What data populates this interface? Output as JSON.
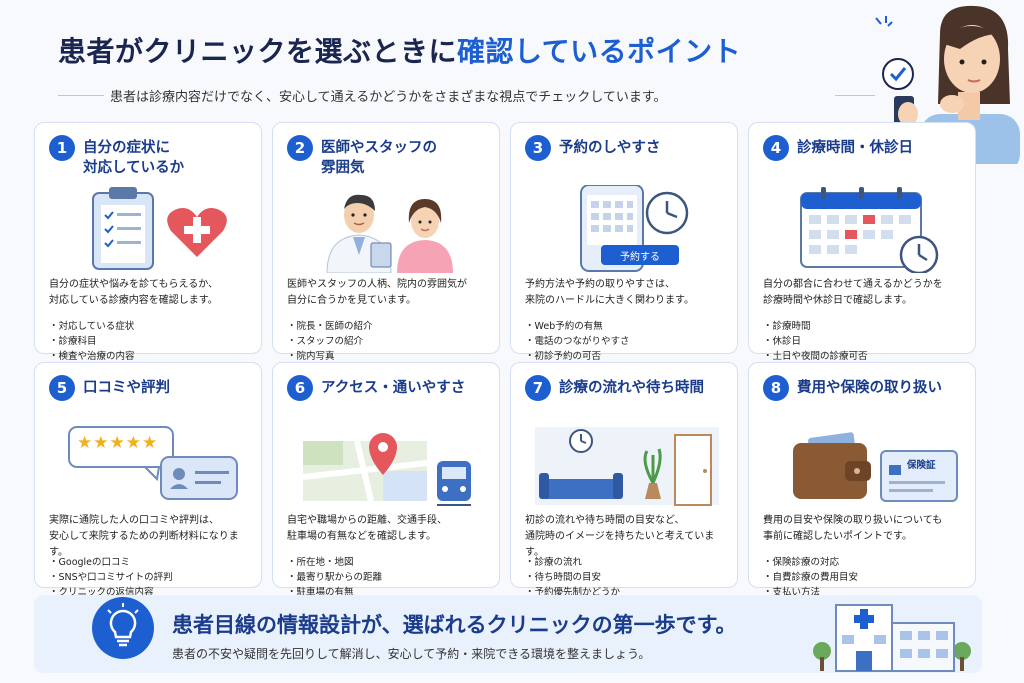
{
  "header": {
    "title_main": "患者がクリニックを選ぶときに",
    "title_accent": "確認しているポイント",
    "subtitle": "患者は診療内容だけでなく、安心して通えるかどうかをさまざまな視点でチェックしています。"
  },
  "cards": [
    {
      "number": "1",
      "title": "自分の症状に\n対応しているか",
      "description": "自分の症状や悩みを診てもらえるか、\n対応している診療内容を確認します。",
      "items": [
        "対応している症状",
        "診療科目",
        "検査や治療の内容"
      ]
    },
    {
      "number": "2",
      "title": "医師やスタッフの\n雰囲気",
      "description": "医師やスタッフの人柄、院内の雰囲気が\n自分に合うかを見ています。",
      "items": [
        "院長・医師の紹介",
        "スタッフの紹介",
        "院内写真"
      ]
    },
    {
      "number": "3",
      "title": "予約のしやすさ",
      "description": "予約方法や予約の取りやすさは、\n来院のハードルに大きく関わります。",
      "items": [
        "Web予約の有無",
        "電話のつながりやすさ",
        "初診予約の可否"
      ],
      "button_label": "予約する"
    },
    {
      "number": "4",
      "title": "診療時間・休診日",
      "description": "自分の都合に合わせて通えるかどうかを\n診療時間や休診日で確認します。",
      "items": [
        "診療時間",
        "休診日",
        "土日や夜間の診療可否"
      ]
    },
    {
      "number": "5",
      "title": "口コミや評判",
      "description": "実際に通院した人の口コミや評判は、\n安心して来院するための判断材料になります。",
      "items": [
        "Googleの口コミ",
        "SNSや口コミサイトの評判",
        "クリニックの返信内容"
      ],
      "stars": "★★★★★"
    },
    {
      "number": "6",
      "title": "アクセス・通いやすさ",
      "description": "自宅や職場からの距離、交通手段、\n駐車場の有無などを確認します。",
      "items": [
        "所在地・地図",
        "最寄り駅からの距離",
        "駐車場の有無"
      ]
    },
    {
      "number": "7",
      "title": "診療の流れや待ち時間",
      "description": "初診の流れや待ち時間の目安など、\n通院時のイメージを持ちたいと考えています。",
      "items": [
        "診療の流れ",
        "待ち時間の目安",
        "予約優先制かどうか"
      ]
    },
    {
      "number": "8",
      "title": "費用や保険の取り扱い",
      "description": "費用の目安や保険の取り扱いについても\n事前に確認したいポイントです。",
      "items": [
        "保険診療の対応",
        "自費診療の費用目安",
        "支払い方法"
      ],
      "card_label": "保険証"
    }
  ],
  "banner": {
    "title": "患者目線の情報設計が、選ばれるクリニックの第一歩です。",
    "text": "患者の不安や疑問を先回りして解消し、安心して予約・来院できる環境を整えましょう。"
  },
  "colors": {
    "accent": "#1d5fd1",
    "title_navy": "#1b2650",
    "card_border": "#d3e0f3",
    "heart": "#e4575d"
  }
}
